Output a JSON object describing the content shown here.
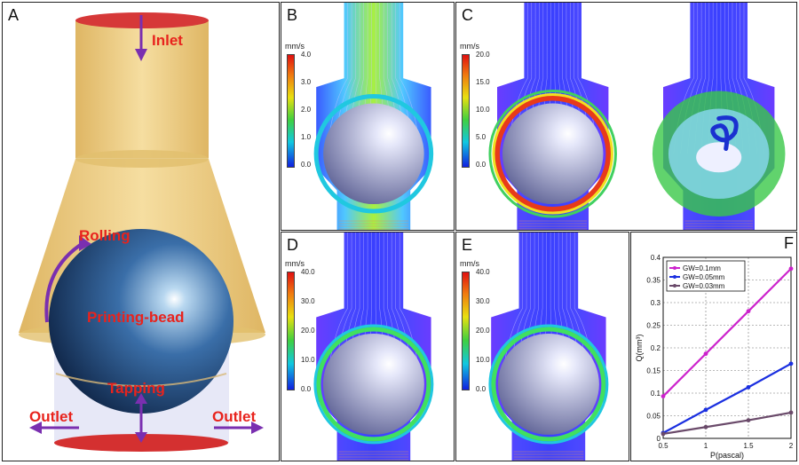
{
  "panels": {
    "A": {
      "label": "A",
      "inlet": "Inlet",
      "rolling": "Rolling",
      "bead": "Printing-bead",
      "tapping": "Tapping",
      "outlet_left": "Outlet",
      "outlet_right": "Outlet"
    },
    "B": {
      "label": "B",
      "unit": "mm/s",
      "ticks": [
        "4.0",
        "3.0",
        "2.0",
        "1.0",
        "0.0"
      ]
    },
    "C": {
      "label": "C",
      "unit": "mm/s",
      "ticks": [
        "20.0",
        "15.0",
        "10.0",
        "5.0",
        "0.0"
      ]
    },
    "D": {
      "label": "D",
      "unit": "mm/s",
      "ticks": [
        "40.0",
        "30.0",
        "20.0",
        "10.0",
        "0.0"
      ]
    },
    "E": {
      "label": "E",
      "unit": "mm/s",
      "ticks": [
        "40.0",
        "30.0",
        "20.0",
        "10.0",
        "0.0"
      ]
    },
    "F": {
      "label": "F"
    }
  },
  "chart_data": {
    "type": "line",
    "xlabel": "P(pascal)",
    "ylabel": "Q(mm³)",
    "xlim": [
      0.5,
      2
    ],
    "ylim": [
      0,
      0.4
    ],
    "xticks": [
      "0.5",
      "1",
      "1.5",
      "2"
    ],
    "yticks": [
      "0",
      "0.05",
      "0.1",
      "0.15",
      "0.2",
      "0.25",
      "0.3",
      "0.35",
      "0.4"
    ],
    "grid": true,
    "legend": "top-left",
    "x": [
      0.5,
      1,
      1.5,
      2
    ],
    "series": [
      {
        "name": "GW=0.1mm",
        "color": "#cc22cc",
        "values": [
          0.093,
          0.187,
          0.281,
          0.375
        ]
      },
      {
        "name": "GW=0.05mm",
        "color": "#1a2fe0",
        "values": [
          0.012,
          0.063,
          0.113,
          0.165
        ]
      },
      {
        "name": "GW=0.03mm",
        "color": "#6a4a6a",
        "values": [
          0.01,
          0.025,
          0.04,
          0.057
        ]
      }
    ]
  }
}
